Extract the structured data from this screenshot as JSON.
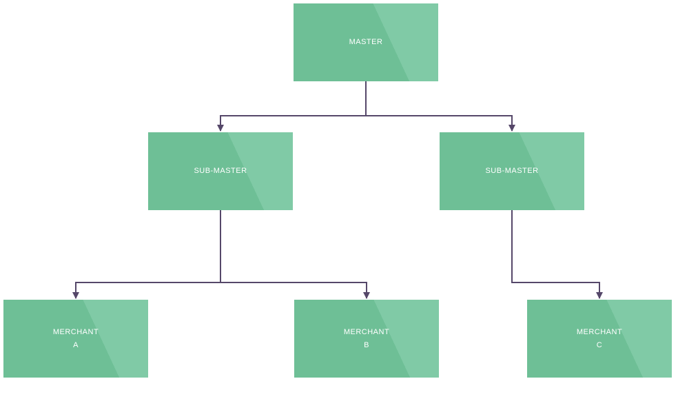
{
  "colors": {
    "node_fill": "#6ebf96",
    "node_fill_light": "#80caa6",
    "connector": "#554769",
    "node_text": "#ffffff",
    "background": "#ffffff"
  },
  "diagram": {
    "type": "org-hierarchy-flowchart",
    "nodes": {
      "master": {
        "label": "MASTER"
      },
      "sub_master_left": {
        "label": "SUB-MASTER"
      },
      "sub_master_right": {
        "label": "SUB-MASTER"
      },
      "merchant_a": {
        "label": "MERCHANT",
        "line2": "A"
      },
      "merchant_b": {
        "label": "MERCHANT",
        "line2": "B"
      },
      "merchant_c": {
        "label": "MERCHANT",
        "line2": "C"
      }
    },
    "edges": [
      {
        "from": "master",
        "to": "sub_master_left"
      },
      {
        "from": "master",
        "to": "sub_master_right"
      },
      {
        "from": "sub_master_left",
        "to": "merchant_a"
      },
      {
        "from": "sub_master_left",
        "to": "merchant_b"
      },
      {
        "from": "sub_master_right",
        "to": "merchant_c"
      }
    ]
  }
}
